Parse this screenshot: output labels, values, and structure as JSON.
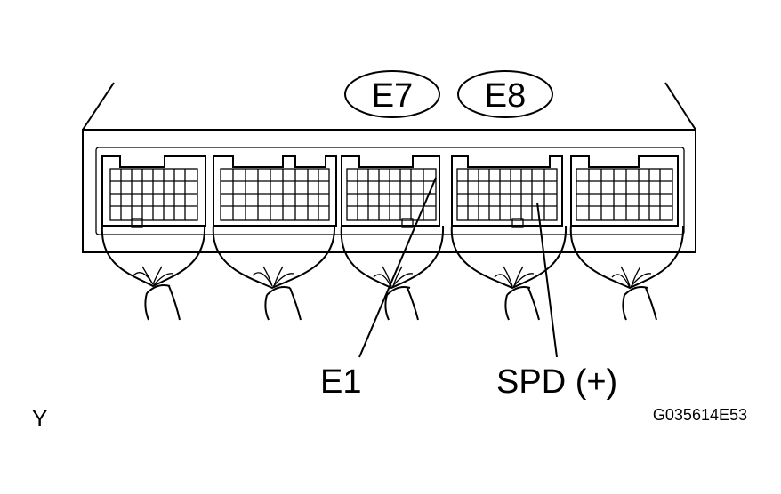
{
  "connectors": {
    "e7": "E7",
    "e8": "E8"
  },
  "pins": {
    "e1": "E1",
    "spd": "SPD (+)"
  },
  "corner_letter": "Y",
  "figure_code": "G035614E53"
}
